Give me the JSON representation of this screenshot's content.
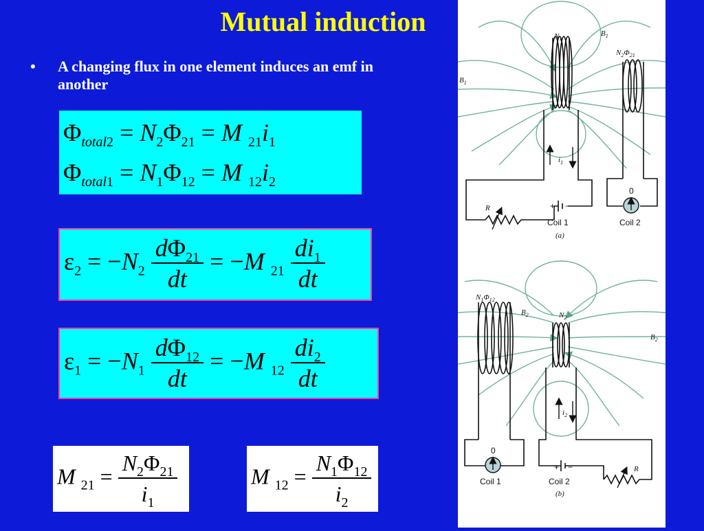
{
  "slide": {
    "title": "Mutual induction",
    "bullet_marker": "•",
    "bullet": "A changing flux in one element induces an emf in another"
  },
  "figure": {
    "a": {
      "label_n1": "N",
      "label_n1_sub": "1",
      "label_n2": "N",
      "label_n2_sub": "2",
      "label_phi21": "Φ",
      "label_phi21_sub": "21",
      "label_b1": "B",
      "label_b1_sub": "1",
      "label_i": "i",
      "label_i_sub": "1",
      "label_r": "R",
      "plus": "+",
      "minus": "−",
      "coil_left": "Coil 1",
      "coil_right": "Coil 2",
      "meter_zero": "0",
      "caption": "(a)"
    },
    "b": {
      "label_n1": "N",
      "label_n1_sub": "1",
      "label_phi12": "Φ",
      "label_phi12_sub": "12",
      "label_n2": "N",
      "label_n2_sub": "2",
      "label_b2": "B",
      "label_b2_sub": "2",
      "label_i": "i",
      "label_i_sub": "2",
      "label_r": "R",
      "plus": "+",
      "minus": "−",
      "coil_left": "Coil 1",
      "coil_right": "Coil 2",
      "meter_zero": "0",
      "caption": "(b)"
    }
  }
}
